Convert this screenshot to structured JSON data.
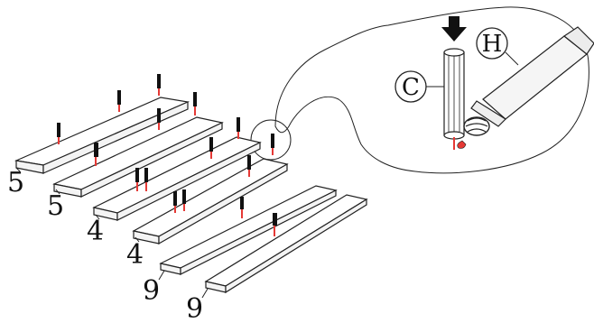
{
  "parts": [
    {
      "label": "5"
    },
    {
      "label": "5"
    },
    {
      "label": "4"
    },
    {
      "label": "4"
    },
    {
      "label": "9"
    },
    {
      "label": "9"
    }
  ],
  "callout": {
    "dowel_label": "C",
    "glue_label": "H"
  },
  "icons": {
    "dowel": "dowel-icon",
    "glue_bottle": "glue-bottle-icon",
    "press_arrow": "down-arrow-icon",
    "magnify": "magnify-callout-icon"
  },
  "colors": {
    "glue": "#e53935",
    "line": "#222222"
  }
}
